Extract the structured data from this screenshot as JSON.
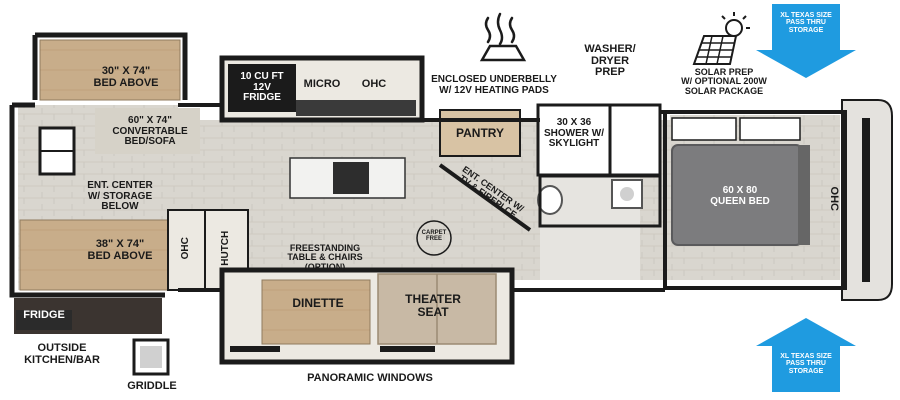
{
  "rooms": {
    "bed_above_top": "30\" X 74\"\nBED ABOVE",
    "convertable": "60\" X 74\"\nCONVERTABLE\nBED/SOFA",
    "ent_center_storage": "ENT. CENTER\nW/ STORAGE\nBELOW",
    "bed_above_bottom": "38\" X 74\"\nBED ABOVE",
    "ohc_left": "OHC",
    "hutch": "HUTCH",
    "fridge_12v": "10 CU FT\n12V\nFRIDGE",
    "micro": "MICRO",
    "ohc_kitchen": "OHC",
    "pantry": "PANTRY",
    "ent_center_tv": "ENT. CENTER W/\nTV & FIREPLCE",
    "carpet_free": "CARPET\nFREE",
    "freestanding_table": "FREESTANDING\nTABLE & CHAIRS\n(OPTION)",
    "dinette": "DINETTE",
    "theater_seat": "THEATER\nSEAT",
    "shower": "30 X 36\nSHOWER W/\nSKYLIGHT",
    "washer_dryer": "WASHER/\nDRYER\nPREP",
    "queen_bed": "60 X 80\nQUEEN BED",
    "ohc_right": "OHC",
    "outside_fridge": "FRIDGE",
    "outside_kitchen": "OUTSIDE\nKITCHEN/BAR",
    "griddle": "GRIDDLE",
    "panoramic_windows": "PANORAMIC WINDOWS"
  },
  "features": {
    "underbelly": "ENCLOSED UNDERBELLY\nW/ 12V HEATING PADS",
    "solar": "SOLAR PREP\nW/ OPTIONAL 200W\nSOLAR PACKAGE",
    "storage_top": "XL TEXAS SIZE\nPASS THRU\nSTORAGE",
    "storage_bottom": "XL TEXAS SIZE\nPASS THRU\nSTORAGE"
  },
  "icons": {
    "heating": "heating-pads-icon",
    "solar": "solar-panel-icon",
    "arrow_down": "arrow-down-icon",
    "arrow_up": "arrow-up-icon"
  },
  "colors": {
    "accent_blue": "#1f9be0",
    "wood": "#c9ae8b",
    "floor": "#d8d4cc",
    "wall": "#1b1b1b",
    "bed_gray": "#7c7c7e"
  }
}
